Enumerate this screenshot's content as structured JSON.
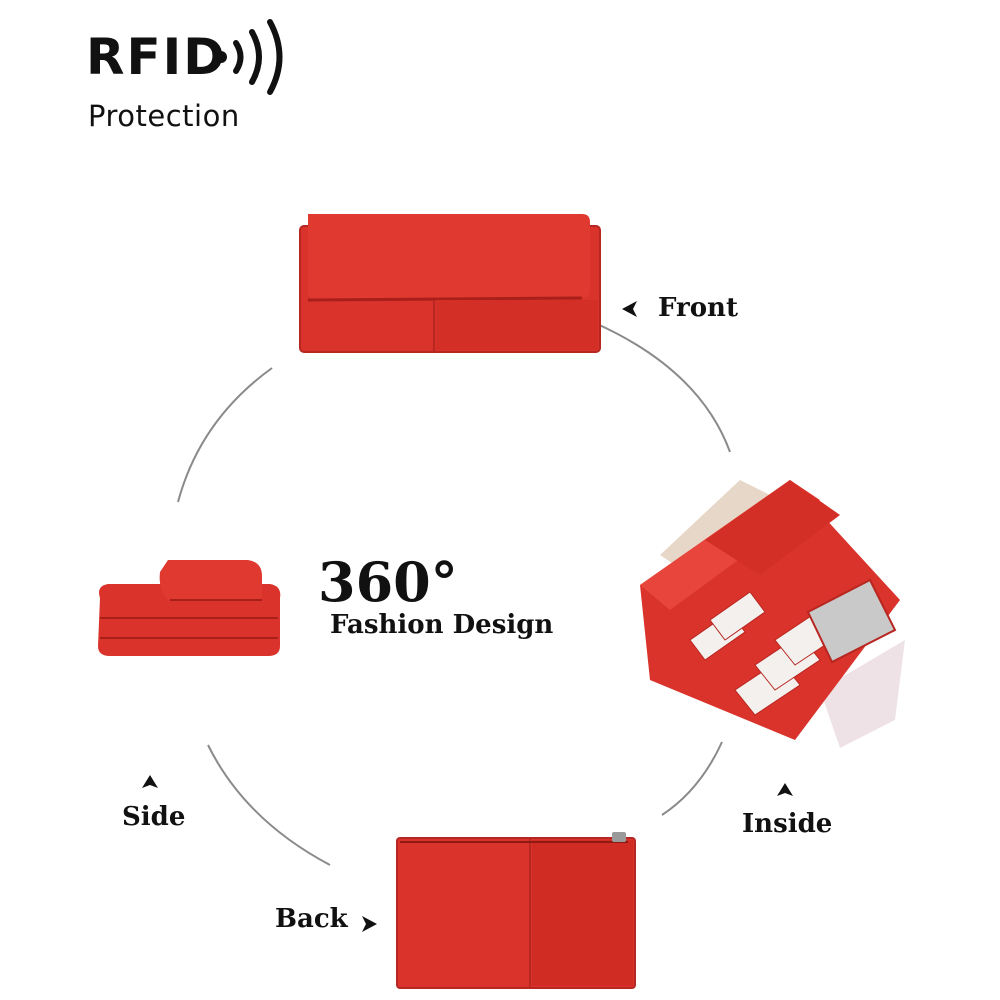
{
  "badge": {
    "brand": "RFID",
    "subtitle": "Protection",
    "icon": "rfid-signal-icon"
  },
  "center": {
    "degrees": "360°",
    "tagline": "Fashion Design"
  },
  "views": {
    "front": "Front",
    "inside": "Inside",
    "side": "Side",
    "back": "Back"
  },
  "colors": {
    "wallet_red": "#d9332b",
    "wallet_dark": "#b72620",
    "wallet_light": "#e8463d",
    "arc": "#8a8a8a",
    "text": "#111111"
  }
}
